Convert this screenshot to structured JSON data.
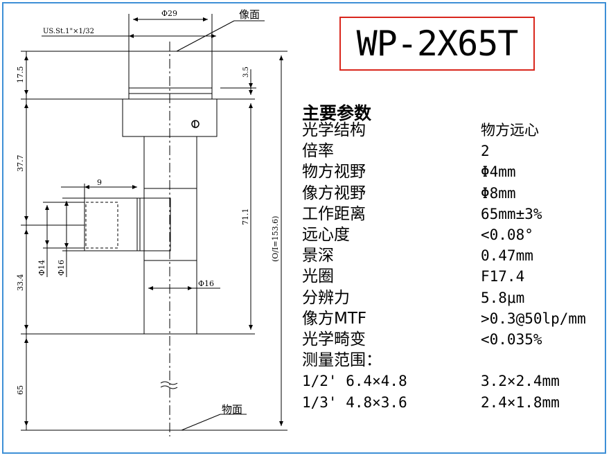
{
  "model": "WP-2X65T",
  "labels": {
    "image_plane": "像面",
    "object_plane": "物面",
    "thread": "US.St.1\"×1/32",
    "dia_top": "Φ29",
    "dim_9": "9",
    "dia_16_side": "Φ16",
    "dia_14": "Φ14",
    "dia_16_port": "Φ16",
    "dim_17_5": "17.5",
    "dim_37_7": "37.7",
    "dim_33_4": "33.4",
    "dim_65": "65",
    "dim_3_5": "3.5",
    "dim_71_1": "71.1",
    "dim_total": "(O/I=153.6)"
  },
  "specs": {
    "title": "主要参数",
    "rows": [
      {
        "key": "光学结构",
        "value": "物方远心"
      },
      {
        "key": "倍率",
        "value": "2"
      },
      {
        "key": "物方视野",
        "value": "Φ4mm"
      },
      {
        "key": "像方视野",
        "value": "Φ8mm"
      },
      {
        "key": "工作距离",
        "value": "65mm±3%"
      },
      {
        "key": "远心度",
        "value": "<0.08°"
      },
      {
        "key": "景深",
        "value": "0.47mm"
      },
      {
        "key": "光圈",
        "value": "F17.4"
      },
      {
        "key": "分辨力",
        "value": "5.8μm"
      },
      {
        "key": "像方MTF",
        "value": ">0.3@50lp/mm"
      },
      {
        "key": "光学畸变",
        "value": "<0.035%"
      }
    ],
    "range_title": "测量范围：",
    "ranges": [
      {
        "sensor": "1/2'",
        "sensor_size": "6.4×4.8",
        "field": "3.2×2.4mm"
      },
      {
        "sensor": "1/3'",
        "sensor_size": "4.8×3.6",
        "field": "2.4×1.8mm"
      }
    ]
  },
  "colors": {
    "frame": "#3d8fd6",
    "model_box": "#d9261c",
    "line": "#000000"
  }
}
